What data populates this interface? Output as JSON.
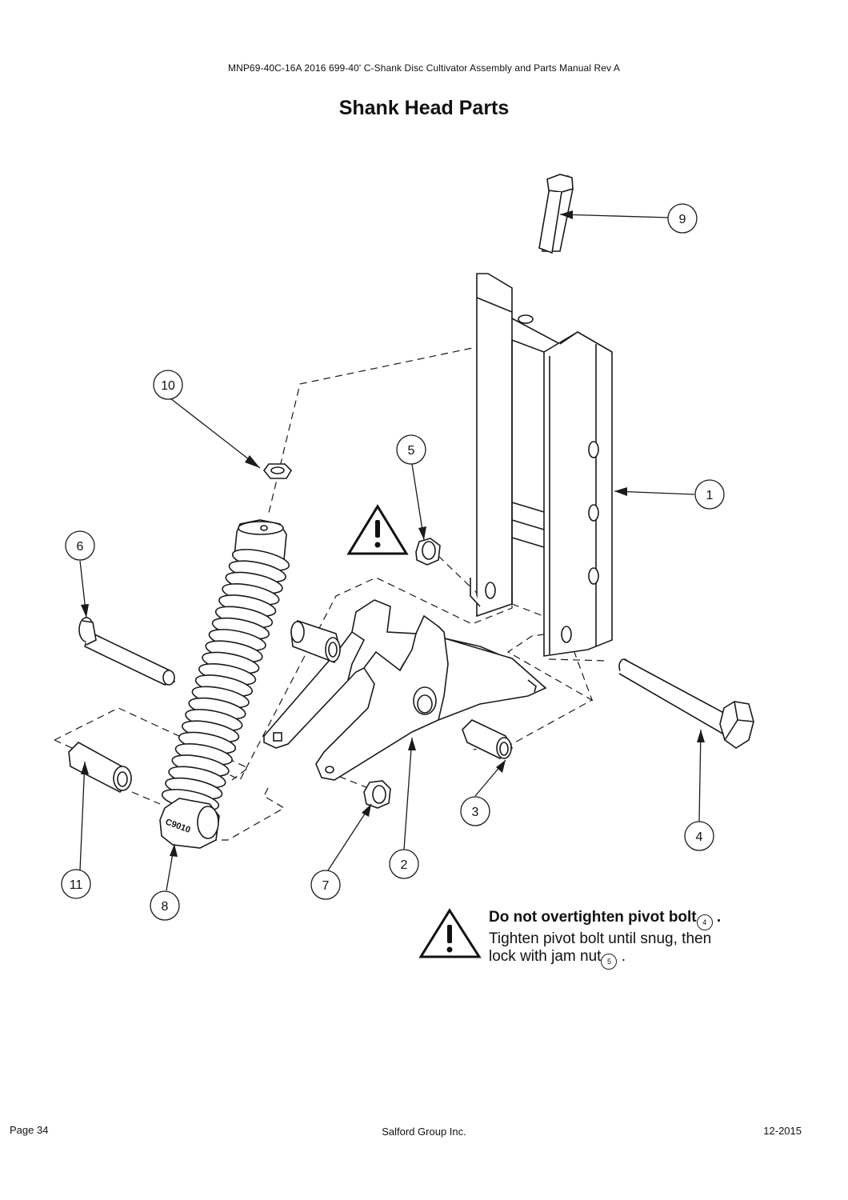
{
  "header": "MNP69-40C-16A 2016 699-40' C-Shank Disc Cultivator Assembly and Parts Manual Rev A",
  "title": "Shank Head Parts",
  "callouts": [
    "1",
    "2",
    "3",
    "4",
    "5",
    "6",
    "7",
    "8",
    "9",
    "10",
    "11"
  ],
  "warning": {
    "line1": "Do not overtighten pivot bolt",
    "line1_ref": "4",
    "line1_end": ".",
    "line2": "Tighten pivot bolt until snug, then",
    "line3": "lock with jam nut",
    "line3_ref": "5",
    "line3_end": "."
  },
  "spring_marking": "C9010",
  "footer": {
    "page": "Page 34",
    "company": "Salford Group Inc.",
    "date": "12-2015"
  }
}
